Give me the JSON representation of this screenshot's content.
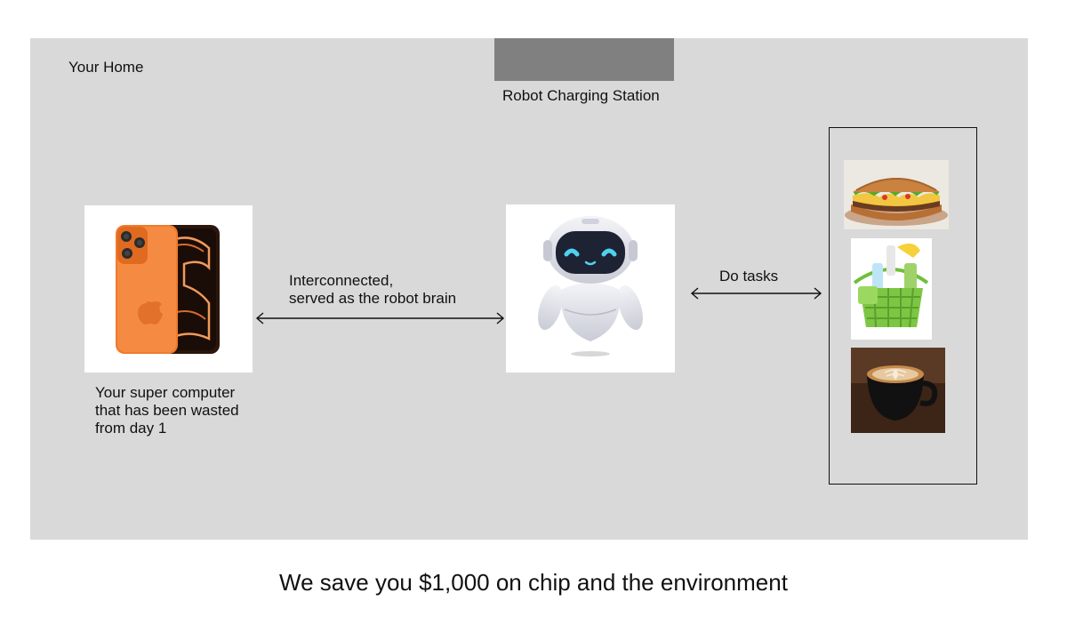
{
  "home": {
    "title": "Your Home"
  },
  "charging_station": {
    "label": "Robot Charging Station"
  },
  "phone": {
    "icon": "smartphone-icon",
    "caption": "Your super computer\nthat has been wasted\nfrom day 1"
  },
  "link": {
    "label": "Interconnected,\nserved as the robot brain"
  },
  "robot": {
    "icon": "robot-icon"
  },
  "tasks": {
    "label": "Do tasks",
    "items": [
      {
        "icon": "sandwich-icon"
      },
      {
        "icon": "cleaning-basket-icon"
      },
      {
        "icon": "coffee-cup-icon"
      }
    ]
  },
  "footer": {
    "caption": "We save you $1,000 on chip and the environment"
  },
  "colors": {
    "home_bg": "#d9d9d9",
    "station": "#808080",
    "phone_orange": "#f07a2e",
    "robot_eye": "#4fd2f0"
  }
}
